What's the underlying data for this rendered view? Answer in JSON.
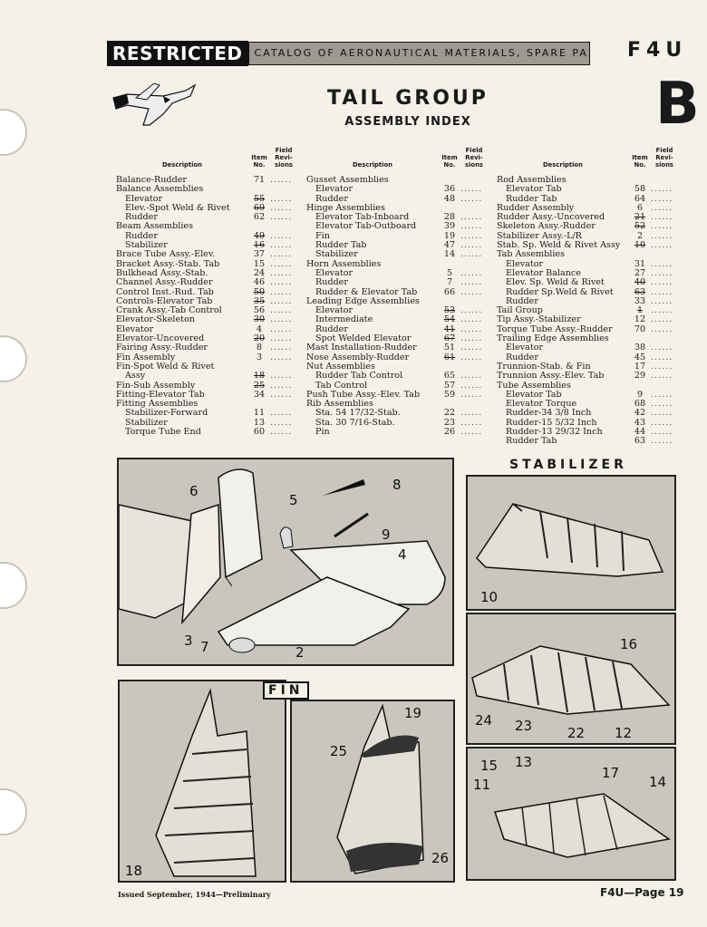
{
  "header": {
    "restricted": "RESTRICTED",
    "catalog": "CATALOG OF AERONAUTICAL MATERIALS, SPARE PARTS AND EQUIPMENT",
    "model": "F4U",
    "section_letter": "B"
  },
  "title": "TAIL GROUP",
  "subtitle": "ASSEMBLY INDEX",
  "column_headers": {
    "description": "Description",
    "item": "Item No.",
    "field": "Field Revi-sions"
  },
  "columns": [
    [
      {
        "d": "Balance-Rudder",
        "n": "71",
        "f": "......"
      },
      {
        "d": "Balance Assemblies",
        "n": "",
        "f": ""
      },
      {
        "d": "Elevator",
        "n": "55",
        "f": "......",
        "i": 1,
        "s": true
      },
      {
        "d": "Elev.-Spot Weld & Rivet",
        "n": "69",
        "f": "......",
        "i": 1,
        "s": true
      },
      {
        "d": "Rudder",
        "n": "62",
        "f": "......",
        "i": 1
      },
      {
        "d": "Beam Assemblies",
        "n": "",
        "f": ""
      },
      {
        "d": "Rudder",
        "n": "49",
        "f": "......",
        "i": 1,
        "s": true
      },
      {
        "d": "Stabilizer",
        "n": "16",
        "f": "......",
        "i": 1,
        "s": true
      },
      {
        "d": "Brace Tube Assy.-Elev.",
        "n": "37",
        "f": "......"
      },
      {
        "d": "Bracket Assy.-Stab. Tab",
        "n": "15",
        "f": "......"
      },
      {
        "d": "Bulkhead Assy.-Stab.",
        "n": "24",
        "f": "......"
      },
      {
        "d": "Channel Assy.-Rudder",
        "n": "46",
        "f": "......"
      },
      {
        "d": "Control Inst.-Rud. Tab",
        "n": "50",
        "f": "......",
        "s": true
      },
      {
        "d": "Controls-Elevator Tab",
        "n": "35",
        "f": "......",
        "s": true
      },
      {
        "d": "Crank Assy.-Tab Control",
        "n": "56",
        "f": "......"
      },
      {
        "d": "Elevator-Skeleton",
        "n": "30",
        "f": "......",
        "s": true
      },
      {
        "d": "Elevator",
        "n": "4",
        "f": "......"
      },
      {
        "d": "Elevator-Uncovered",
        "n": "20",
        "f": "......",
        "s": true
      },
      {
        "d": "Fairing Assy.-Rudder",
        "n": "8",
        "f": "......"
      },
      {
        "d": "Fin Assembly",
        "n": "3",
        "f": "......"
      },
      {
        "d": "Fin-Spot Weld & Rivet",
        "n": "",
        "f": ""
      },
      {
        "d": "Assy",
        "n": "18",
        "f": "......",
        "i": 1,
        "s": true
      },
      {
        "d": "Fin-Sub Assembly",
        "n": "25",
        "f": "......",
        "s": true
      },
      {
        "d": "Fitting-Elevator Tab",
        "n": "34",
        "f": "......"
      },
      {
        "d": "Fitting Assemblies",
        "n": "",
        "f": ""
      },
      {
        "d": "Stabilizer-Forward",
        "n": "11",
        "f": "......",
        "i": 1
      },
      {
        "d": "Stabilizer",
        "n": "13",
        "f": "......",
        "i": 1
      },
      {
        "d": "Torque Tube End",
        "n": "60",
        "f": "......",
        "i": 1
      }
    ],
    [
      {
        "d": "Gusset Assemblies",
        "n": "",
        "f": ""
      },
      {
        "d": "Elevator",
        "n": "36",
        "f": "......",
        "i": 1
      },
      {
        "d": "Rudder",
        "n": "48",
        "f": "......",
        "i": 1
      },
      {
        "d": "Hinge Assemblies",
        "n": "",
        "f": ""
      },
      {
        "d": "Elevator Tab-Inboard",
        "n": "28",
        "f": "......",
        "i": 1
      },
      {
        "d": "Elevator Tab-Outboard",
        "n": "39",
        "f": "......",
        "i": 1
      },
      {
        "d": "Fin",
        "n": "19",
        "f": "......",
        "i": 1
      },
      {
        "d": "Rudder Tab",
        "n": "47",
        "f": "......",
        "i": 1
      },
      {
        "d": "Stabilizer",
        "n": "14",
        "f": "......",
        "i": 1
      },
      {
        "d": "Horn Assemblies",
        "n": "",
        "f": ""
      },
      {
        "d": "Elevator",
        "n": "5",
        "f": "......",
        "i": 1
      },
      {
        "d": "Rudder",
        "n": "7",
        "f": "......",
        "i": 1
      },
      {
        "d": "Rudder & Elevator Tab",
        "n": "66",
        "f": "......",
        "i": 1
      },
      {
        "d": "Leading Edge Assemblies",
        "n": "",
        "f": ""
      },
      {
        "d": "Elevator",
        "n": "53",
        "f": "......",
        "i": 1,
        "s": true
      },
      {
        "d": "Intermediate",
        "n": "54",
        "f": "......",
        "i": 1,
        "s": true
      },
      {
        "d": "Rudder",
        "n": "41",
        "f": "......",
        "i": 1,
        "s": true
      },
      {
        "d": "Spot Welded Elevator",
        "n": "67",
        "f": "......",
        "i": 1,
        "s": true
      },
      {
        "d": "Mast Installation-Rudder",
        "n": "51",
        "f": "......"
      },
      {
        "d": "Nose Assembly-Rudder",
        "n": "61",
        "f": "......",
        "s": true
      },
      {
        "d": "Nut Assemblies",
        "n": "",
        "f": ""
      },
      {
        "d": "Rudder Tab Control",
        "n": "65",
        "f": "......",
        "i": 1
      },
      {
        "d": "Tab Control",
        "n": "57",
        "f": "......",
        "i": 1
      },
      {
        "d": "Push Tube Assy.-Elev. Tab",
        "n": "59",
        "f": "......"
      },
      {
        "d": "Rib Assemblies",
        "n": "",
        "f": ""
      },
      {
        "d": "Sta. 54 17/32-Stab.",
        "n": "22",
        "f": "......",
        "i": 1
      },
      {
        "d": "Sta. 30 7/16-Stab.",
        "n": "23",
        "f": "......",
        "i": 1
      },
      {
        "d": "Pin",
        "n": "26",
        "f": "......",
        "i": 1
      }
    ],
    [
      {
        "d": "Rod Assemblies",
        "n": "",
        "f": ""
      },
      {
        "d": "Elevator Tab",
        "n": "58",
        "f": "......",
        "i": 1
      },
      {
        "d": "Rudder Tab",
        "n": "64",
        "f": "......",
        "i": 1
      },
      {
        "d": "Rudder Assembly",
        "n": "6",
        "f": "......"
      },
      {
        "d": "Rudder Assy.-Uncovered",
        "n": "21",
        "f": "......",
        "s": true
      },
      {
        "d": "Skeleton Assy.-Rudder",
        "n": "52",
        "f": "......",
        "s": true
      },
      {
        "d": "Stabilizer Assy.-L/R",
        "n": "2",
        "f": "......"
      },
      {
        "d": "Stab. Sp. Weld & Rivet Assy",
        "n": "10",
        "f": "......",
        "s": true
      },
      {
        "d": "Tab Assemblies",
        "n": "",
        "f": ""
      },
      {
        "d": "Elevator",
        "n": "31",
        "f": "......",
        "i": 1
      },
      {
        "d": "Elevator Balance",
        "n": "27",
        "f": "......",
        "i": 1
      },
      {
        "d": "Elev. Sp. Weld & Rivet",
        "n": "40",
        "f": "......",
        "i": 1,
        "s": true
      },
      {
        "d": "Rudder Sp.Weld & Rivet",
        "n": "63",
        "f": "......",
        "i": 1,
        "s": true
      },
      {
        "d": "Rudder",
        "n": "33",
        "f": "......",
        "i": 1
      },
      {
        "d": "Tail Group",
        "n": "1",
        "f": "......",
        "s": true
      },
      {
        "d": "Tip Assy.-Stabilizer",
        "n": "12",
        "f": "......"
      },
      {
        "d": "Torque Tube Assy.-Rudder",
        "n": "70",
        "f": "......"
      },
      {
        "d": "Trailing Edge Assemblies",
        "n": "",
        "f": ""
      },
      {
        "d": "Elevator",
        "n": "38",
        "f": "......",
        "i": 1
      },
      {
        "d": "Rudder",
        "n": "45",
        "f": "......",
        "i": 1
      },
      {
        "d": "Trunnion-Stab. & Fin",
        "n": "17",
        "f": "......"
      },
      {
        "d": "Trunnion Assy.-Elev. Tab",
        "n": "29",
        "f": "......"
      },
      {
        "d": "Tube Assemblies",
        "n": "",
        "f": ""
      },
      {
        "d": "Elevator Tab",
        "n": "9",
        "f": "......",
        "i": 1
      },
      {
        "d": "Elevator Torque",
        "n": "68",
        "f": "......",
        "i": 1
      },
      {
        "d": "Rudder-34 3/8 Inch",
        "n": "42",
        "f": "......",
        "i": 1
      },
      {
        "d": "Rudder-15 5/32 Inch",
        "n": "43",
        "f": "......",
        "i": 1
      },
      {
        "d": "Rudder-13 29/32 Inch",
        "n": "44",
        "f": "......",
        "i": 1
      },
      {
        "d": "Rudder Tab",
        "n": "63",
        "f": "......",
        "i": 1
      }
    ]
  ],
  "figures": {
    "main_callouts": [
      "6",
      "5",
      "8",
      "9",
      "4",
      "3",
      "7",
      "2"
    ],
    "stabilizer_label": "STABILIZER",
    "fin_label": "FIN",
    "stab1_callouts": [
      "10"
    ],
    "stab2_callouts": [
      "16",
      "24",
      "23",
      "22",
      "12"
    ],
    "stab3_callouts": [
      "15",
      "13",
      "17",
      "14",
      "11"
    ],
    "fin1_callouts": [
      "18"
    ],
    "fin2_callouts": [
      "19",
      "25",
      "26"
    ]
  },
  "footer": {
    "issued": "Issued September, 1944—Preliminary",
    "page": "F4U—Page 19"
  }
}
